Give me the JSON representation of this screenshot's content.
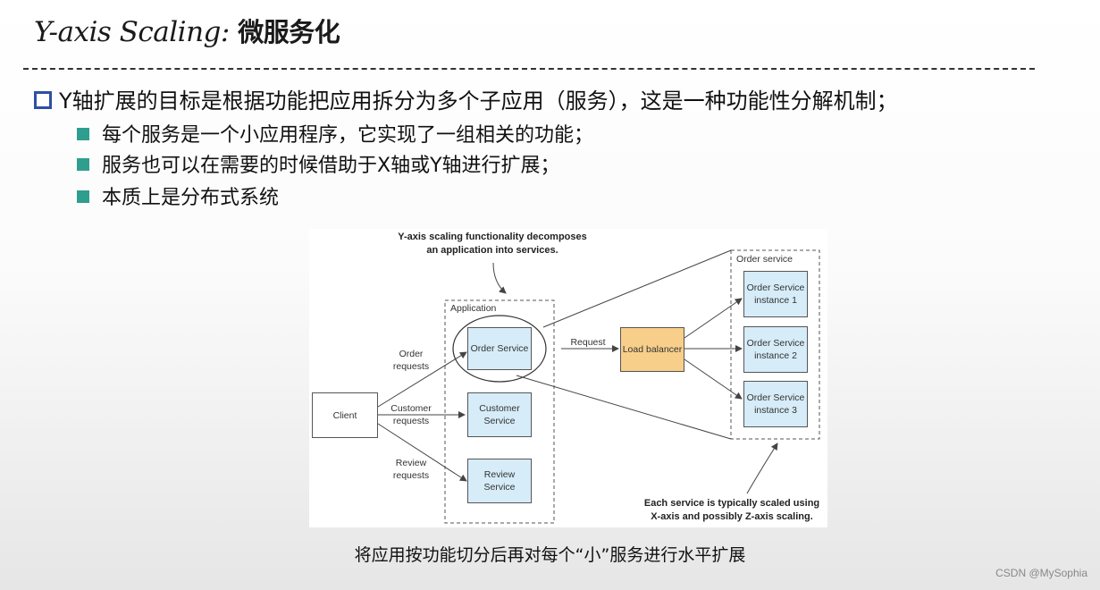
{
  "slide": {
    "title_en": "Y-axis Scaling:",
    "title_cn": "微服务化",
    "main_bullet": "Y轴扩展的目标是根据功能把应用拆分为多个子应用（服务），这是一种功能性分解机制；",
    "sub_bullets": [
      "每个服务是一个小应用程序，它实现了一组相关的功能；",
      "服务也可以在需要的时候借助于X轴或Y轴进行扩展；",
      "本质上是分布式系统"
    ],
    "caption": "将应用按功能切分后再对每个“小”服务进行水平扩展",
    "watermark": "CSDN @MySophia"
  },
  "diagram": {
    "callout_top": "Y-axis scaling functionality decomposes\nan application into services.",
    "callout_bottom": "Each service is typically scaled using\nX-axis and possibly Z-axis scaling.",
    "application_label": "Application",
    "order_service_group_label": "Order service",
    "client": "Client",
    "edge_labels": {
      "order_requests": "Order\nrequests",
      "customer_requests": "Customer\nrequests",
      "review_requests": "Review\nrequests",
      "request": "Request"
    },
    "services": {
      "order": "Order\nService",
      "customer": "Customer\nService",
      "review": "Review\nService"
    },
    "load_balancer": "Load\nbalancer",
    "instances": [
      "Order\nService\ninstance 1",
      "Order\nService\ninstance 2",
      "Order\nService\ninstance 3"
    ],
    "colors": {
      "service_fill": "#d6ecf8",
      "balancer_fill": "#f8cf8a",
      "bullet_square_main": "#2e4fa3",
      "bullet_square_sub": "#2f9e8f"
    }
  }
}
